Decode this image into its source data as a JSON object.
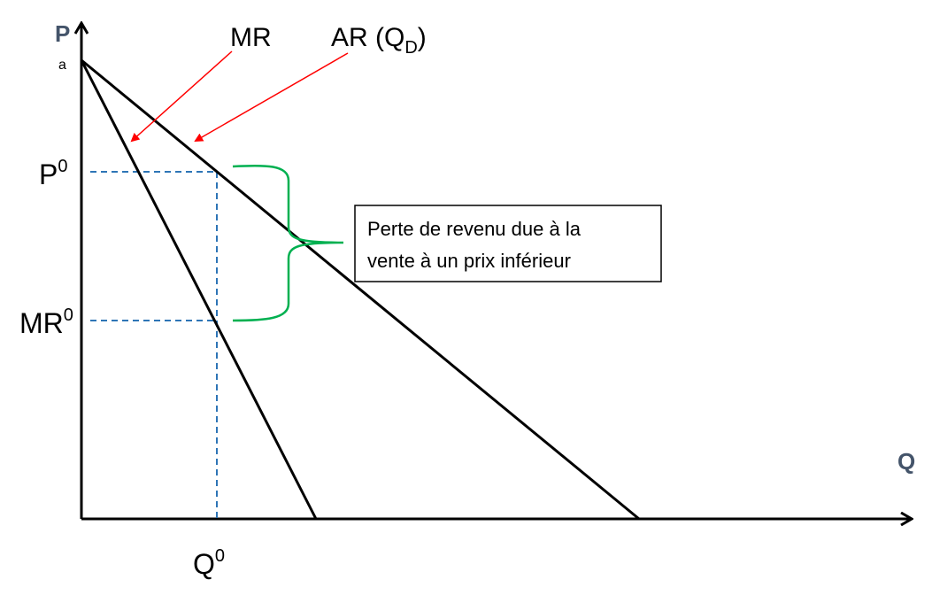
{
  "diagram": {
    "y_axis_label": "P",
    "x_axis_label": "Q",
    "intercept_label": "a",
    "mr_label": "MR",
    "ar_label": "AR (Q",
    "ar_label_sub": "D",
    "ar_label_close": ")",
    "p0_label": "P",
    "p0_sup": "0",
    "mr0_label": "MR",
    "mr0_sup": "0",
    "q0_label": "Q",
    "q0_sup": "0",
    "note_line1": "Perte de revenu due à la",
    "note_line2": "vente à un prix inférieur",
    "colors": {
      "curves": "#000000",
      "arrows": "#ff0000",
      "guides": "#2e75b6",
      "brace": "#00b050",
      "axis_letters": "#44546a"
    }
  }
}
